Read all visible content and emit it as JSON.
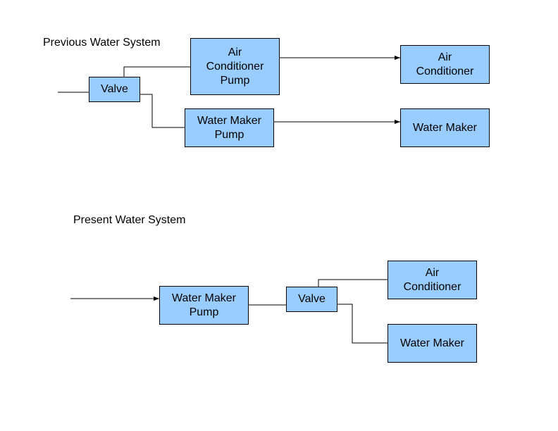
{
  "diagram": {
    "previous": {
      "title": "Previous Water System",
      "valve": "Valve",
      "ac_pump": "Air\nConditioner\nPump",
      "wm_pump": "Water Maker\nPump",
      "ac": "Air\nConditioner",
      "wm": "Water Maker"
    },
    "present": {
      "title": "Present Water System",
      "wm_pump": "Water Maker\nPump",
      "valve": "Valve",
      "ac": "Air\nConditioner",
      "wm": "Water Maker"
    }
  }
}
